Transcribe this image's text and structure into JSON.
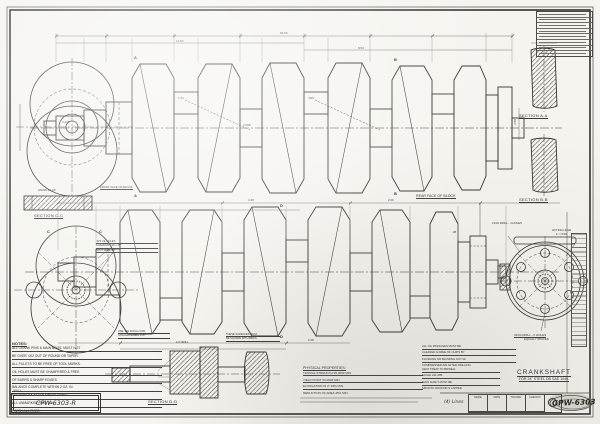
{
  "drawing": {
    "title": "CRANKSHAFT",
    "subtitle": "FOR 24\" STEEL DB SAE 1045.",
    "number": "GPW-6303",
    "file_number": "CPW-6303-R",
    "prints_note": "PRINTS",
    "lines_note": "(4) Lines"
  },
  "sections": {
    "aa": "SECTION A-A",
    "bb": "SECTION B-B",
    "cc": "SECTION C-C",
    "dd": "SECTION D-D"
  },
  "labels": {
    "rear_face": "REAR FACE OF BLOCK",
    "front_face": "FRONT FACE OF BLOCK",
    "grind": "GRIND & LAP",
    "drill4": "13/32 DRILL - 4 HOLES",
    "lifting_1": "LIFTING HOLE",
    "lifting_2": "1\" x 5/16",
    "drill6": "31/64 DRILL - 6 HOLES",
    "spaced": "EQUALLY SPACED",
    "drill_half": "1/2 DRILL"
  },
  "notes": {
    "heading": "NOTES:",
    "lines": [
      "ALL CRANK PINS & MAIN BRGS. MUST NOT",
      "BE OVER .002 OUT OF ROUND OR TAPER.",
      "ALL FILLETS TO BE FREE OF TOOL MARKS.",
      "OIL HOLES MUST BE CHAMFERED & FREE",
      "OF BURRS & SHARP EDGES.",
      "BALANCE COMPLETE WITHIN 2 OZ. IN.",
      "MAGNAFLUX AFTER FINISH GRIND.",
      "ALL UNMARKED RADII 1/8.",
      "FINISH ALL OVER."
    ]
  },
  "physical": {
    "heading": "PHYSICAL PROPERTIES:",
    "lines": [
      "TENSILE STRENGTH 95,000# MIN.",
      "YIELD POINT 60,000# MIN.",
      "ELONGATION IN 2\" 18% MIN.",
      "REDUCTION OF AREA 45% MIN."
    ]
  },
  "oil_notes": {
    "lines": [
      "ALL OIL PASSAGES MUST BE",
      "CLEANED & FREE OF CHIPS BY",
      "FLUSHING OR BLOWING OUT W/",
      "COMPRESSED AIR AFTER DRILLING."
    ]
  },
  "treat_notes": {
    "lines": [
      "HEAT TREAT TO BRINELL",
      "SCALE 241-285.",
      "MAIN SHAFT MUST BE",
      "SMOOTH GROUND & LAPPED."
    ]
  },
  "ll_leaders": [
    ".625 OIL HOLES",
    "CHAMFER 1/16 x 45°",
    "SPOT FACE 1/8"
  ],
  "squares_note": [
    "THESE SURFACES MUST",
    "BE SQUARE WITH BRGS."
  ],
  "pull_note": [
    "USE .010-R PULL FOR",
    "STRAIGHTENING FIXT."
  ],
  "dims": [
    "64.03",
    "12.53",
    "8.53",
    "4.50",
    "2.248",
    "2.998",
    "1.50",
    ".625",
    "3.38",
    "2.06",
    ".38",
    "6.28"
  ],
  "letters": {
    "a": "A",
    "b": "B",
    "c": "C",
    "d": "D"
  },
  "bottom_table": {
    "cols": [
      "MADE",
      "DATE",
      "TRACED",
      "CHECK'D"
    ]
  }
}
